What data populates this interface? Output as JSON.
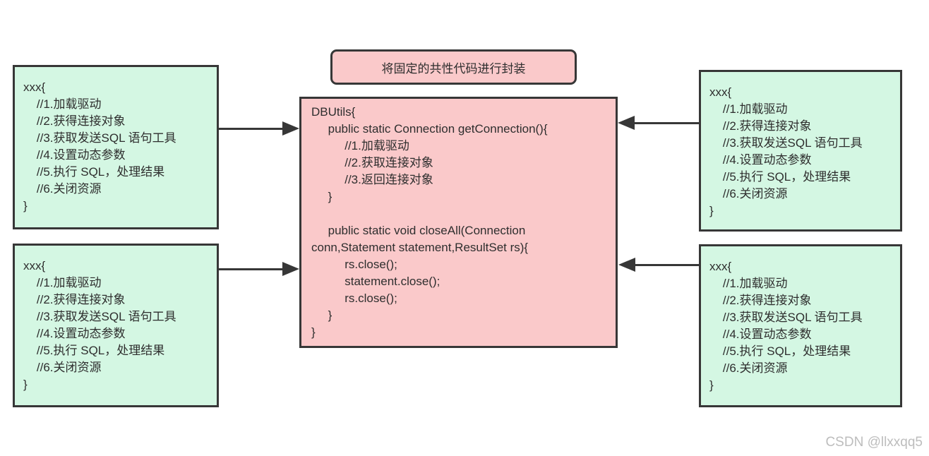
{
  "title": "将固定的共性代码进行封装",
  "caller_boxes": [
    {
      "position": "top-left",
      "lines": [
        "xxx{",
        "    //1.加载驱动",
        "    //2.获得连接对象",
        "    //3.获取发送SQL 语句工具",
        "    //4.设置动态参数",
        "    //5.执行 SQL，处理结果",
        "    //6.关闭资源",
        "}"
      ]
    },
    {
      "position": "bottom-left",
      "lines": [
        "xxx{",
        "    //1.加载驱动",
        "    //2.获得连接对象",
        "    //3.获取发送SQL 语句工具",
        "    //4.设置动态参数",
        "    //5.执行 SQL，处理结果",
        "    //6.关闭资源",
        "}"
      ]
    },
    {
      "position": "top-right",
      "lines": [
        "xxx{",
        "    //1.加载驱动",
        "    //2.获得连接对象",
        "    //3.获取发送SQL 语句工具",
        "    //4.设置动态参数",
        "    //5.执行 SQL，处理结果",
        "    //6.关闭资源",
        "}"
      ]
    },
    {
      "position": "bottom-right",
      "lines": [
        "xxx{",
        "    //1.加载驱动",
        "    //2.获得连接对象",
        "    //3.获取发送SQL 语句工具",
        "    //4.设置动态参数",
        "    //5.执行 SQL，处理结果",
        "    //6.关闭资源",
        "}"
      ]
    }
  ],
  "center_box": {
    "lines": [
      "DBUtils{",
      "     public static Connection getConnection(){",
      "          //1.加载驱动",
      "          //2.获取连接对象",
      "          //3.返回连接对象",
      "     }",
      "",
      "     public static void closeAll(Connection",
      "conn,Statement statement,ResultSet rs){",
      "          rs.close();",
      "          statement.close();",
      "          rs.close();",
      "     }",
      "}"
    ]
  },
  "watermark": "CSDN @llxxqq5",
  "colors": {
    "caller_box_fill": "#d4f7e3",
    "center_box_fill": "#fac9ca",
    "title_box_fill": "#fac9ca",
    "border": "#373737",
    "arrow": "#373737",
    "text": "#2e2e2e",
    "watermark": "#bdbdbd",
    "background": "#ffffff"
  }
}
